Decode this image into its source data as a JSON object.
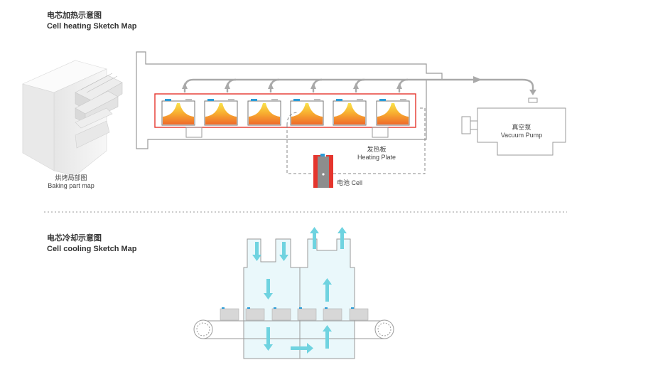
{
  "heating": {
    "title_cn": "电芯加热示意图",
    "title_en": "Cell heating Sketch Map"
  },
  "cooling": {
    "title_cn": "电芯冷却示意图",
    "title_en": "Cell cooling Sketch Map"
  },
  "labels": {
    "baking_cn": "烘烤局部图",
    "baking_en": "Baking part map",
    "plate_cn": "发热板",
    "plate_en": "Heating Plate",
    "cell": "电池  Cell",
    "pump_cn": "真空泵",
    "pump_en": "Vacuum Pump"
  },
  "colors": {
    "accent_red": "#e5352d",
    "frame_gray": "#9a9a9a",
    "arrow_gray": "#a9a9a9",
    "cool_cyan": "#6fd3e0",
    "cool_fill": "#eaf8fb",
    "heat_orange": "#f07a2a",
    "heat_yellow": "#f9e24a"
  }
}
